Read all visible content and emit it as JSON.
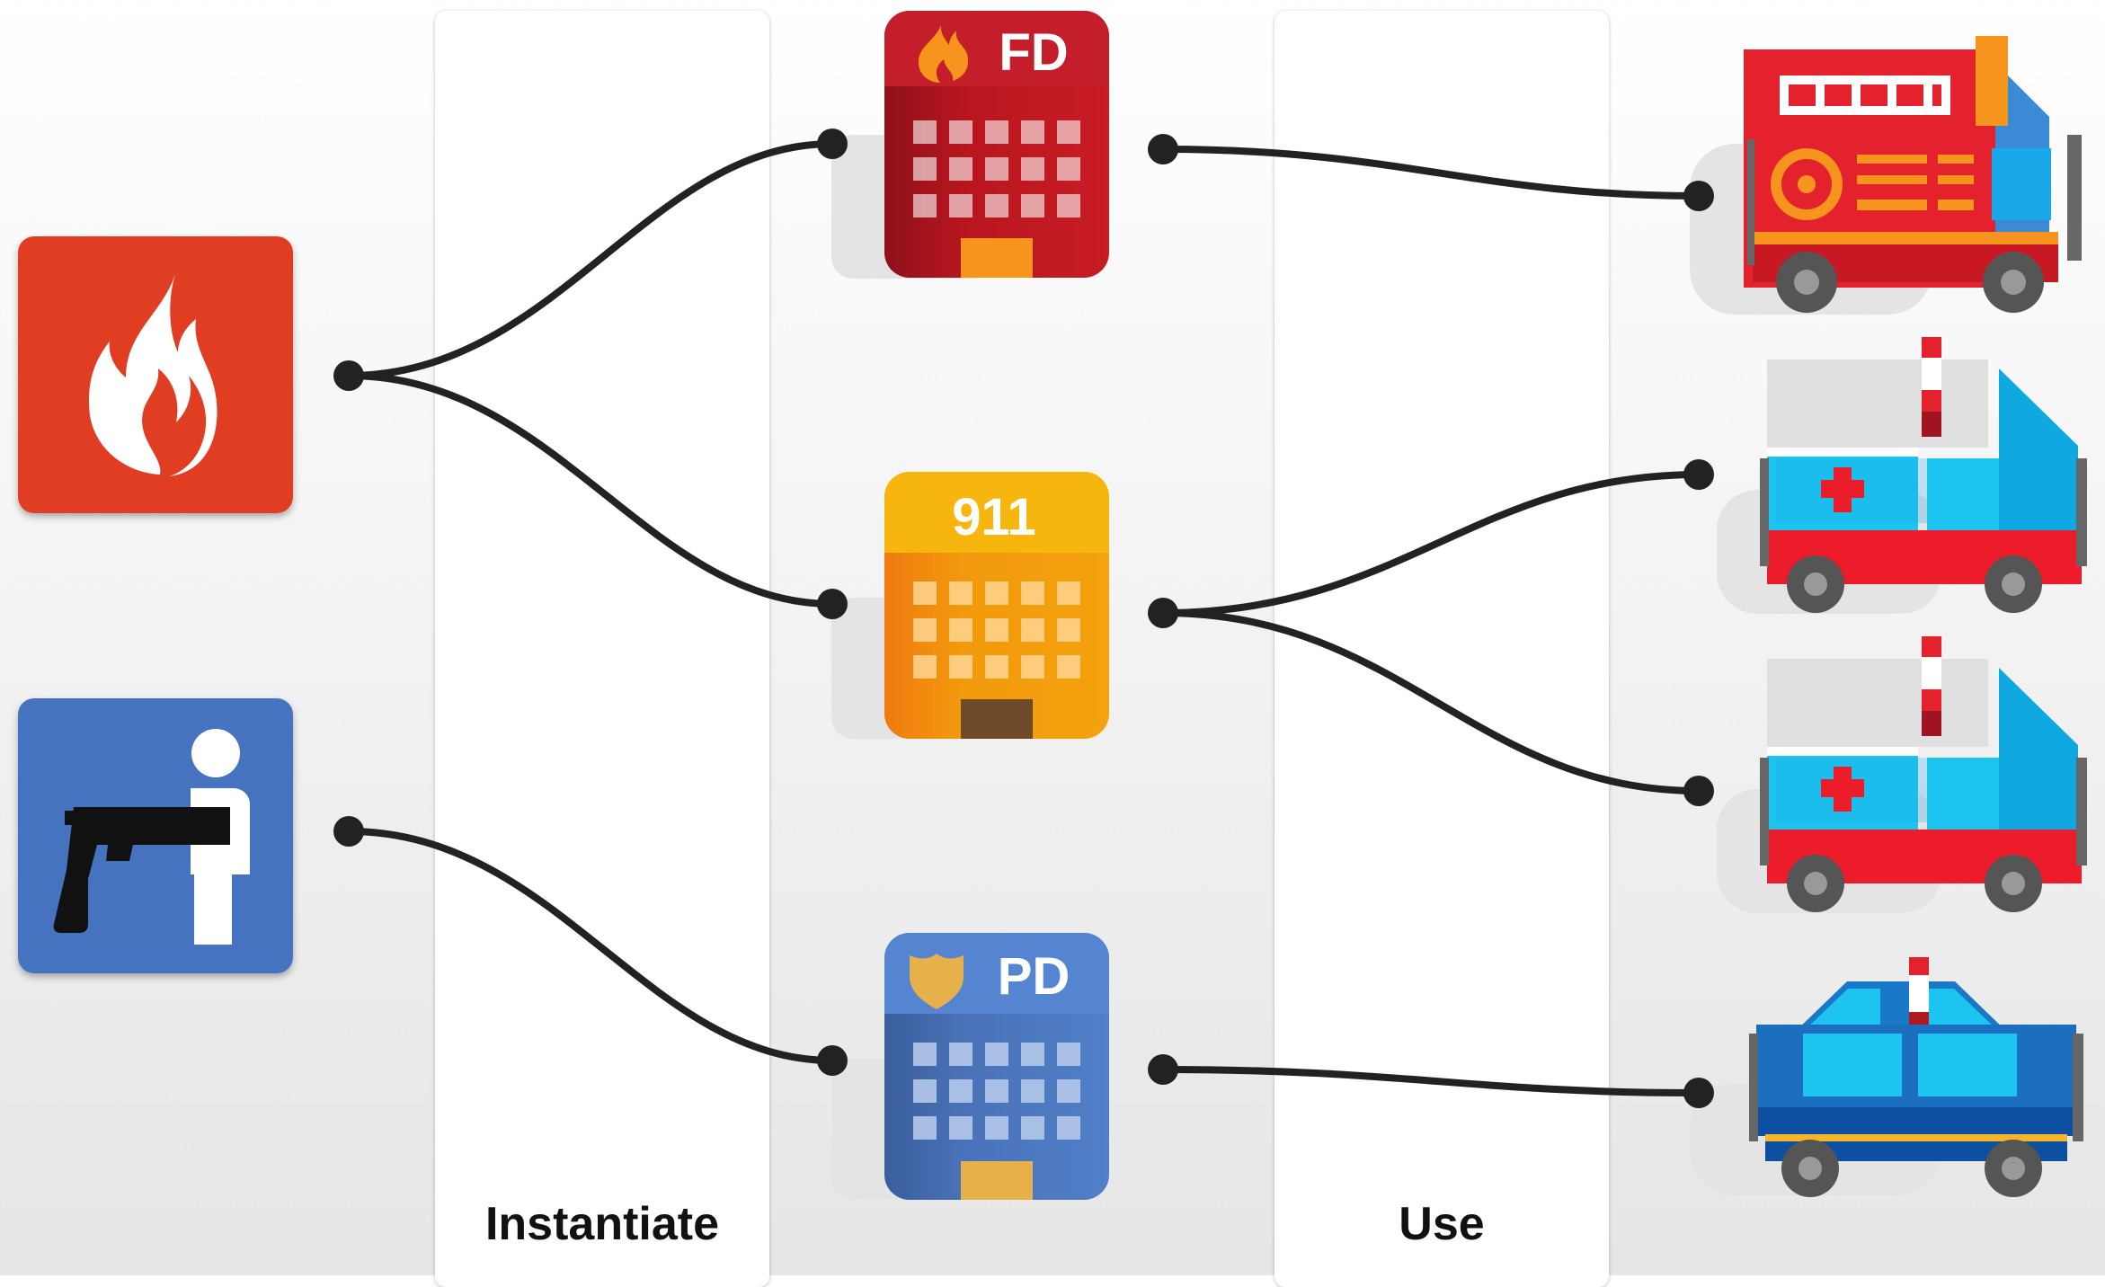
{
  "panels": {
    "instantiate_label": "Instantiate",
    "use_label": "Use"
  },
  "buildings": {
    "fire": {
      "label": "FD",
      "icon": "flame-badge-icon",
      "color": "#c01c28"
    },
    "dispatch": {
      "label": "911",
      "color": "#f29d0c"
    },
    "police": {
      "label": "PD",
      "icon": "shield-badge-icon",
      "color": "#4a78c2"
    }
  },
  "emergencies": {
    "fire": {
      "icon": "fire-icon",
      "color": "#e03c22"
    },
    "crime": {
      "icon": "gunman-icon",
      "color": "#4573c0"
    }
  },
  "vehicles": [
    {
      "kind": "fire-truck"
    },
    {
      "kind": "ambulance"
    },
    {
      "kind": "ambulance"
    },
    {
      "kind": "police-car"
    }
  ],
  "connections": [
    [
      "emergency-fire",
      "building-fd"
    ],
    [
      "emergency-fire",
      "building-911"
    ],
    [
      "emergency-crime",
      "building-pd"
    ],
    [
      "building-fd",
      "fire-truck"
    ],
    [
      "building-911",
      "ambulance-1"
    ],
    [
      "building-911",
      "ambulance-2"
    ],
    [
      "building-pd",
      "police-car"
    ]
  ]
}
